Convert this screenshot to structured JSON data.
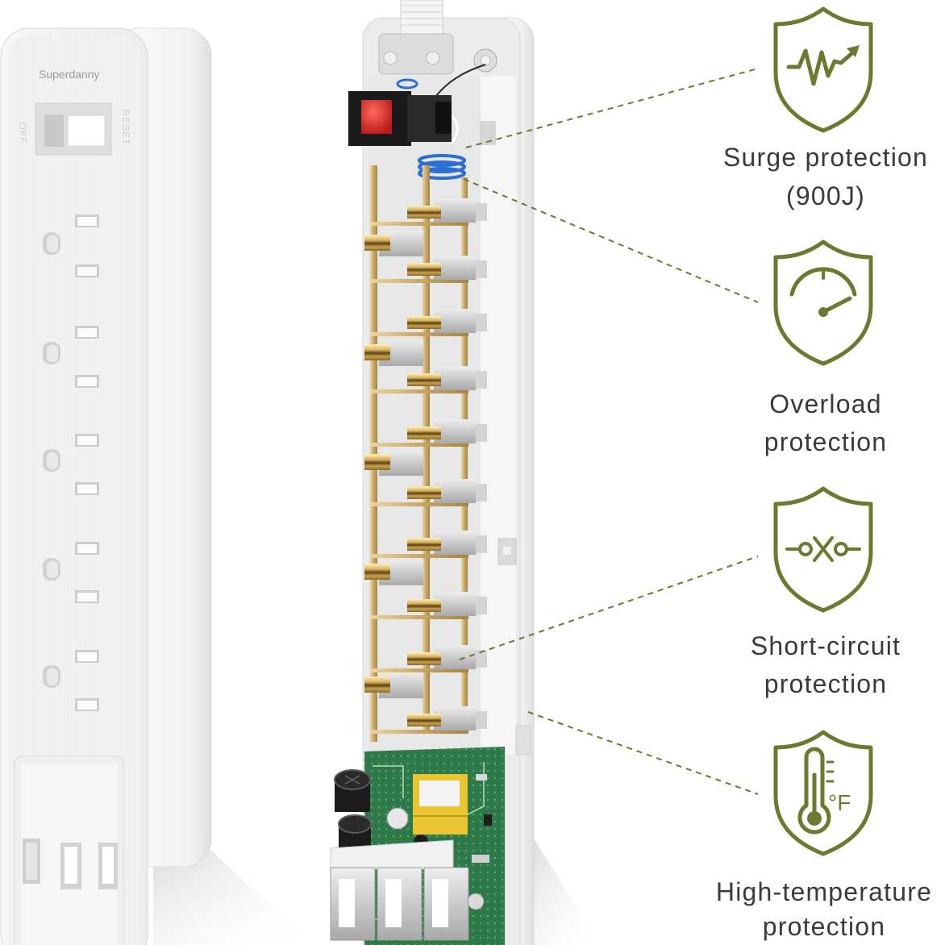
{
  "left_strip": {
    "brand": "Superdanny",
    "switch_off_label": "OFF",
    "switch_reset_label": "RESET"
  },
  "features": [
    {
      "icon": "surge-icon",
      "lines": [
        "Surge protection",
        "(900J)"
      ]
    },
    {
      "icon": "gauge-icon",
      "lines": [
        "Overload",
        "protection"
      ]
    },
    {
      "icon": "circuit-break-icon",
      "lines": [
        "Short-circuit",
        "protection"
      ]
    },
    {
      "icon": "thermometer-icon",
      "lines": [
        "High-temperature",
        "protection"
      ],
      "icon_text": "°F"
    }
  ],
  "colors": {
    "accent": "#6b7a2e",
    "label": "#3a3a3a",
    "switch": "#e0302f",
    "pcb": "#2f7a49",
    "brass": "#c8a868"
  }
}
